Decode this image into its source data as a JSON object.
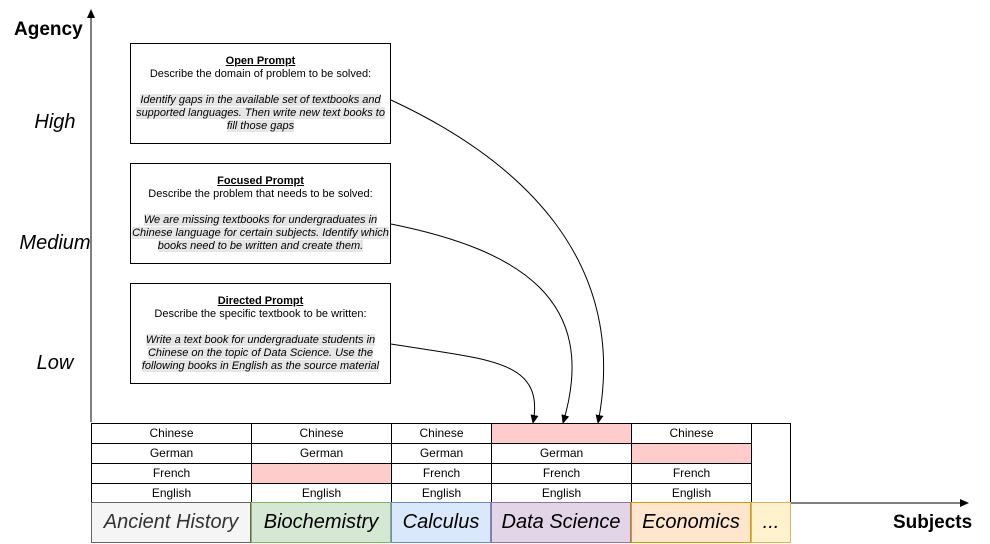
{
  "axes": {
    "y_title": "Agency",
    "x_title": "Subjects",
    "levels": [
      "High",
      "Medium",
      "Low"
    ]
  },
  "prompts": [
    {
      "title": "Open Prompt",
      "description": "Describe the domain of problem to be solved:",
      "example": [
        "Identify gaps in the available set of textbooks and",
        "supported languages. Then write new text books to",
        "fill those gaps"
      ]
    },
    {
      "title": "Focused Prompt",
      "description": "Describe the problem that needs to be solved:",
      "example": [
        "We are missing textbooks for undergraduates in",
        "Chinese language for certain subjects. Identify which",
        "books need to be written and create them."
      ]
    },
    {
      "title": "Directed Prompt",
      "description": "Describe the specific textbook to be written:",
      "example": [
        "Write a text book for undergraduate students in",
        "Chinese on the topic of Data Science. Use the",
        "following books in English as the source material"
      ]
    }
  ],
  "subjects": [
    {
      "name": "Ancient History",
      "fill": "#f5f5f5",
      "border": "#666666",
      "text": "#333333",
      "languages": [
        "Chinese",
        "German",
        "French",
        "English"
      ]
    },
    {
      "name": "Biochemistry",
      "fill": "#d5e8d4",
      "border": "#82b366",
      "text": "#000000",
      "languages": [
        "Chinese",
        "German",
        "",
        "English"
      ]
    },
    {
      "name": "Calculus",
      "fill": "#dae8fc",
      "border": "#6c8ebf",
      "text": "#000000",
      "languages": [
        "Chinese",
        "German",
        "French",
        "English"
      ]
    },
    {
      "name": "Data Science",
      "fill": "#e1d5e7",
      "border": "#9673a6",
      "text": "#000000",
      "languages": [
        "",
        "German",
        "French",
        "English"
      ]
    },
    {
      "name": "Economics",
      "fill": "#ffe6cc",
      "border": "#d79b00",
      "text": "#000000",
      "languages": [
        "Chinese",
        "",
        "French",
        "English"
      ]
    },
    {
      "name": "...",
      "fill": "#fff2cc",
      "border": "#d6b656",
      "text": "#000000",
      "languages": []
    }
  ],
  "colors": {
    "missing_cell": "#ffcccc",
    "example_highlight": "#e6e6e6"
  }
}
